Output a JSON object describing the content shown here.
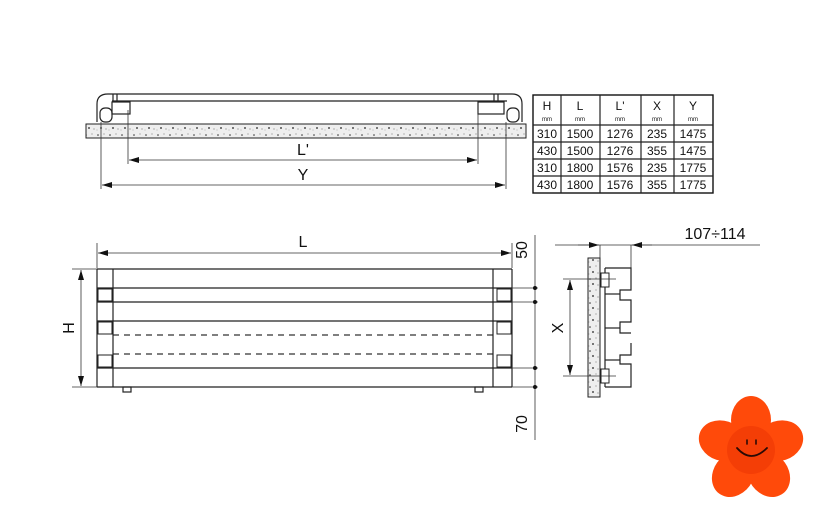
{
  "top_view": {
    "dim_inner": "L'",
    "dim_outer": "Y"
  },
  "table": {
    "headers": [
      {
        "name": "H",
        "unit": "mm"
      },
      {
        "name": "L",
        "unit": "mm"
      },
      {
        "name": "L'",
        "unit": "mm"
      },
      {
        "name": "X",
        "unit": "mm"
      },
      {
        "name": "Y",
        "unit": "mm"
      }
    ],
    "rows": [
      [
        "310",
        "1500",
        "1276",
        "235",
        "1475"
      ],
      [
        "430",
        "1500",
        "1276",
        "355",
        "1475"
      ],
      [
        "310",
        "1800",
        "1576",
        "235",
        "1775"
      ],
      [
        "430",
        "1800",
        "1576",
        "355",
        "1775"
      ]
    ]
  },
  "front_view": {
    "dim_length": "L",
    "dim_height": "H",
    "dim_top": "50",
    "dim_bottom": "70"
  },
  "side_view": {
    "dim_depth": "107÷114",
    "dim_spacing": "X"
  },
  "colors": {
    "flower": "#ff4a0a",
    "flower_center": "#f43e06",
    "line": "#222222"
  }
}
